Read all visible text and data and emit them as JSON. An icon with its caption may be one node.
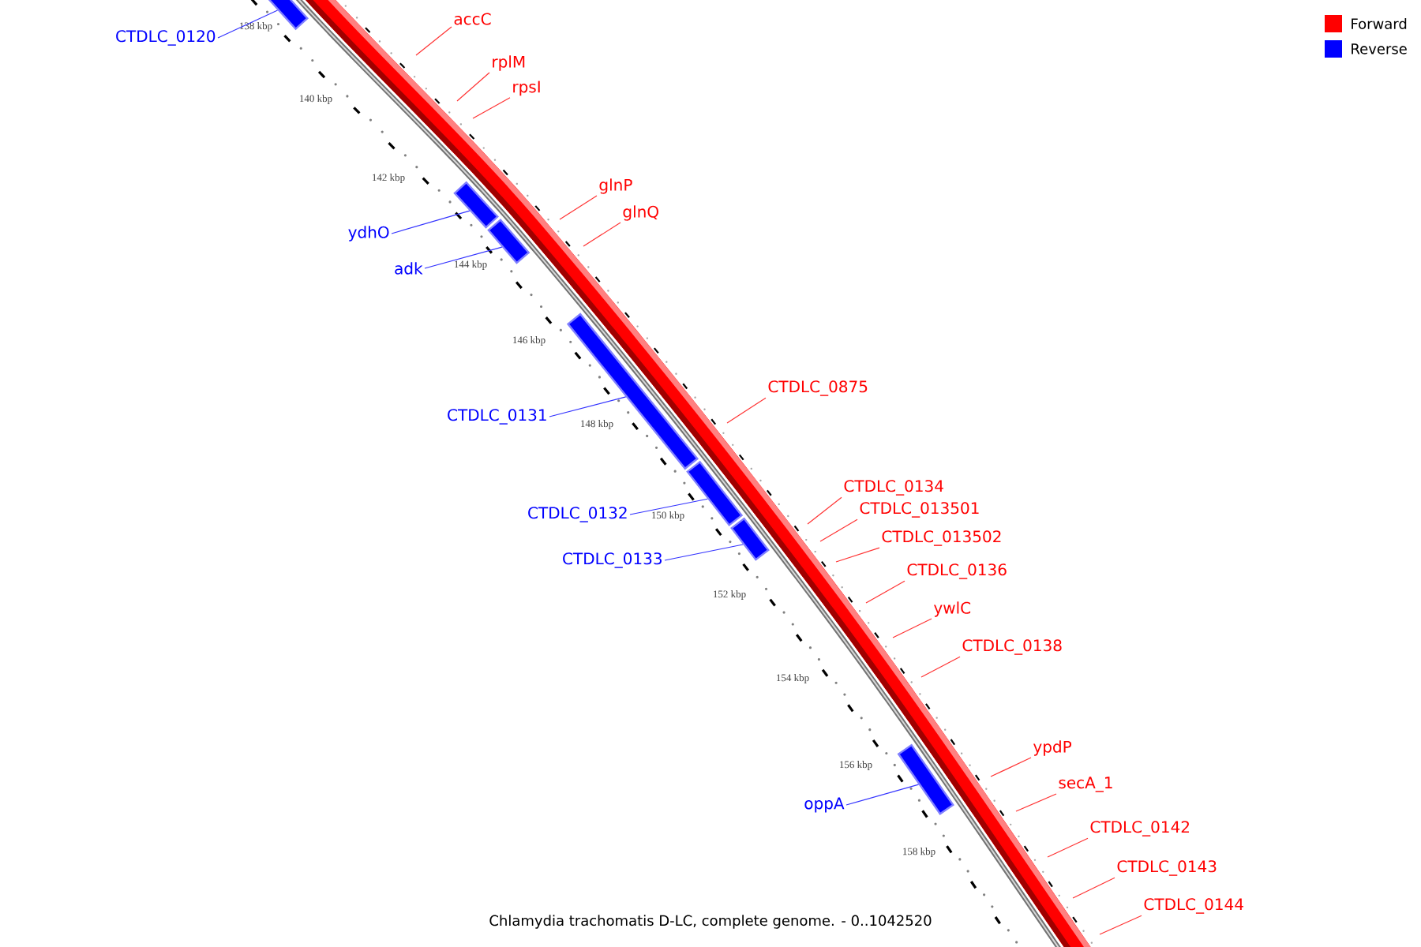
{
  "diagram": {
    "caption": "Chlamydia trachomatis D-LC, complete genome. - 0..1042520",
    "nodes": [
      {
        "text": [
          "CTDLC_0120"
        ]
      },
      {
        "text": [
          "accC"
        ]
      },
      {
        "text": [
          "rplM"
        ]
      },
      {
        "text": [
          "rpsI"
        ]
      },
      {
        "text": [
          "ydhO"
        ]
      },
      {
        "text": [
          "glnP"
        ]
      },
      {
        "text": [
          "glnQ"
        ]
      },
      {
        "text": [
          "adk"
        ]
      },
      {
        "text": [
          "CTDLC_0131"
        ]
      },
      {
        "text": [
          "CTDLC_0875"
        ]
      },
      {
        "text": [
          "CTDLC_0132"
        ]
      },
      {
        "text": [
          "CTDLC_0134"
        ]
      },
      {
        "text": [
          "CTDLC_013501"
        ]
      },
      {
        "text": [
          "CTDLC_0133"
        ]
      },
      {
        "text": [
          "CTDLC_013502"
        ]
      },
      {
        "text": [
          "CTDLC_0136"
        ]
      },
      {
        "text": [
          "ywlC"
        ]
      },
      {
        "text": [
          "CTDLC_0138"
        ]
      },
      {
        "text": [
          "oppA"
        ]
      },
      {
        "text": [
          "ypdP"
        ]
      },
      {
        "text": [
          "secA_1"
        ]
      },
      {
        "text": [
          "CTDLC_0142"
        ]
      },
      {
        "text": [
          "CTDLC_0143"
        ]
      },
      {
        "text": [
          "CTDLC_0144"
        ]
      },
      {
        "text": [],
        "shape": "box"
      },
      {
        "text": [],
        "shape": "box"
      },
      {
        "text": [],
        "shape": "box"
      },
      {
        "text": [],
        "shape": "box"
      },
      {
        "text": [],
        "shape": "box"
      },
      {
        "text": [],
        "shape": "box"
      },
      {
        "text": [],
        "shape": "box"
      }
    ],
    "edges": [
      {
        "from": 0,
        "to": 24,
        "arrow": "none",
        "color": "#3333ff"
      },
      {
        "from": 1,
        "to": null,
        "arrow": "none"
      },
      {
        "from": 2,
        "to": null,
        "arrow": "none"
      },
      {
        "from": 3,
        "to": null,
        "arrow": "none"
      },
      {
        "from": 4,
        "to": 25,
        "arrow": "none",
        "color": "#3333ff"
      },
      {
        "from": 5,
        "to": null,
        "arrow": "none"
      },
      {
        "from": 6,
        "to": null,
        "arrow": "none"
      },
      {
        "from": 7,
        "to": 26,
        "arrow": "none",
        "color": "#3333ff"
      },
      {
        "from": 8,
        "to": 27,
        "arrow": "none",
        "color": "#3333ff"
      },
      {
        "from": 9,
        "to": null,
        "arrow": "none"
      },
      {
        "from": 10,
        "to": 28,
        "arrow": "none",
        "color": "#3333ff"
      },
      {
        "from": 11,
        "to": null,
        "arrow": "none"
      },
      {
        "from": 12,
        "to": null,
        "arrow": "none"
      },
      {
        "from": 13,
        "to": 29,
        "arrow": "none",
        "color": "#3333ff"
      },
      {
        "from": 14,
        "to": null,
        "arrow": "none"
      },
      {
        "from": 15,
        "to": null,
        "arrow": "none"
      },
      {
        "from": 16,
        "to": null,
        "arrow": "none"
      },
      {
        "from": 17,
        "to": null,
        "arrow": "none"
      },
      {
        "from": 18,
        "to": 30,
        "arrow": "none",
        "color": "#3333ff"
      },
      {
        "from": 19,
        "to": null,
        "arrow": "none"
      },
      {
        "from": 20,
        "to": null,
        "arrow": "none"
      },
      {
        "from": 21,
        "to": null,
        "arrow": "none"
      },
      {
        "from": 22,
        "to": null,
        "arrow": "none"
      },
      {
        "from": 23,
        "to": null,
        "arrow": "none"
      }
    ],
    "labels": [
      "138 kbp",
      "140 kbp",
      "142 kbp",
      "144 kbp",
      "146 kbp",
      "148 kbp",
      "150 kbp",
      "152 kbp",
      "154 kbp",
      "156 kbp",
      "158 kbp"
    ],
    "legend": [
      {
        "text": "Forward",
        "color": "#ff0000"
      },
      {
        "text": "Reverse",
        "color": "#0000ff"
      }
    ]
  }
}
